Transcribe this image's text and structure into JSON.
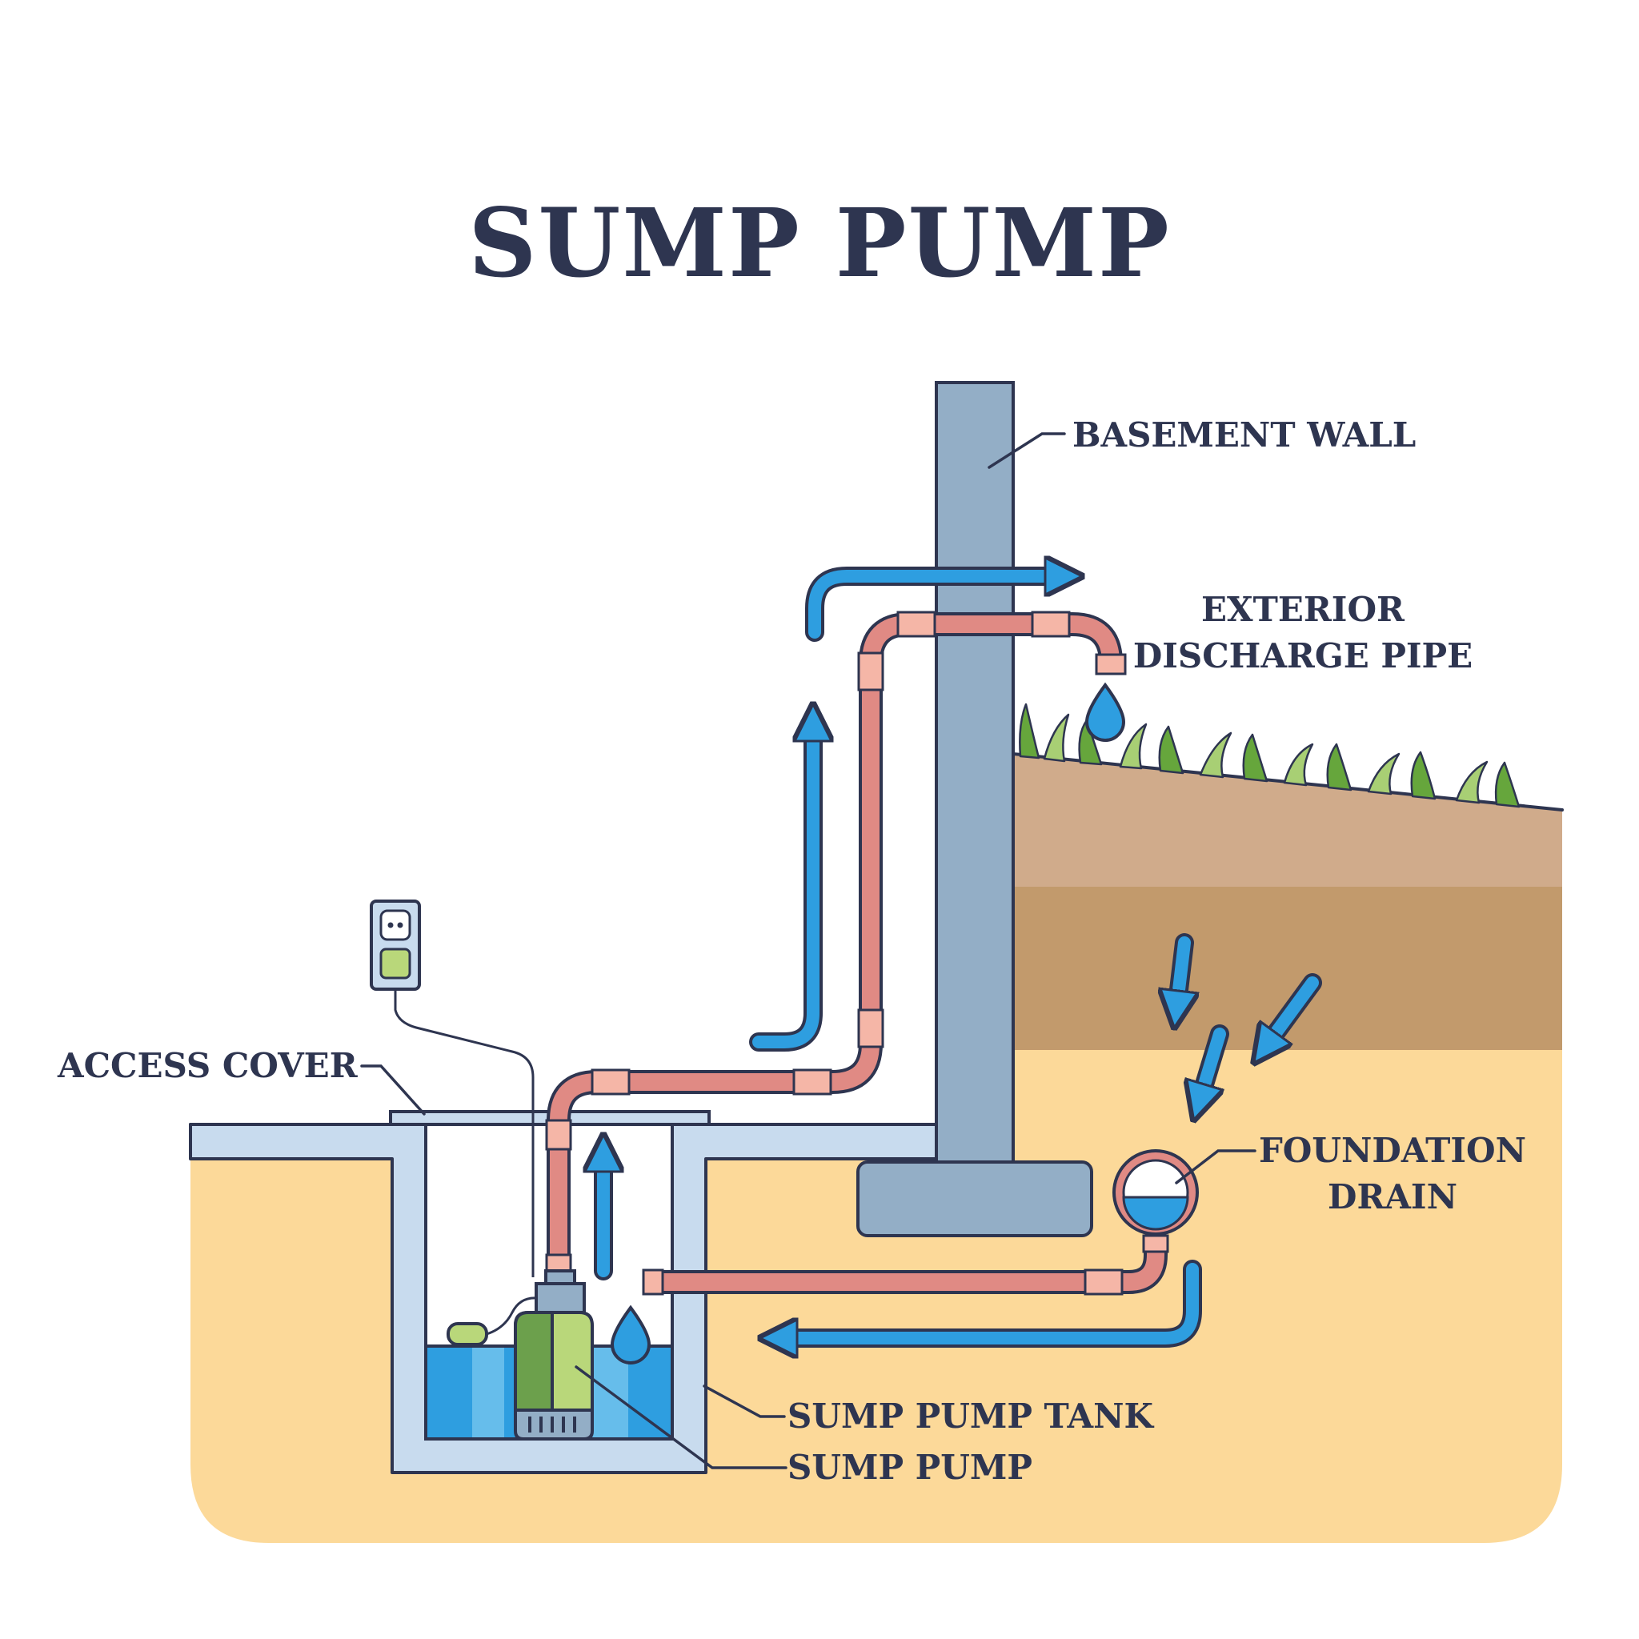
{
  "title": "SUMP PUMP",
  "labels": {
    "basement_wall": "BASEMENT WALL",
    "exterior_discharge_line1": "EXTERIOR",
    "exterior_discharge_line2": "DISCHARGE PIPE",
    "access_cover": "ACCESS COVER",
    "foundation_drain_line1": "FOUNDATION",
    "foundation_drain_line2": "DRAIN",
    "sump_pump_tank": "SUMP PUMP TANK",
    "sump_pump": "SUMP PUMP"
  },
  "colors": {
    "outline": "#2e3550",
    "soil_sand": "#fcd999",
    "soil_mid": "#c29a6c",
    "soil_top": "#d0ab8b",
    "wall": "#93aec6",
    "floor": "#c8dbee",
    "pipe": "#e08a84",
    "pipe_joint": "#f5b6a7",
    "water": "#2e9ee0",
    "flow_arrow": "#2e9ee0",
    "pump_dark": "#6ca04c",
    "pump_light": "#b9d77a",
    "grass_dark": "#66a63c",
    "grass_light": "#a8cf74"
  },
  "icons": {
    "outlet": "power-outlet-icon",
    "drop": "water-drop-icon",
    "arrow": "flow-arrow-icon"
  }
}
